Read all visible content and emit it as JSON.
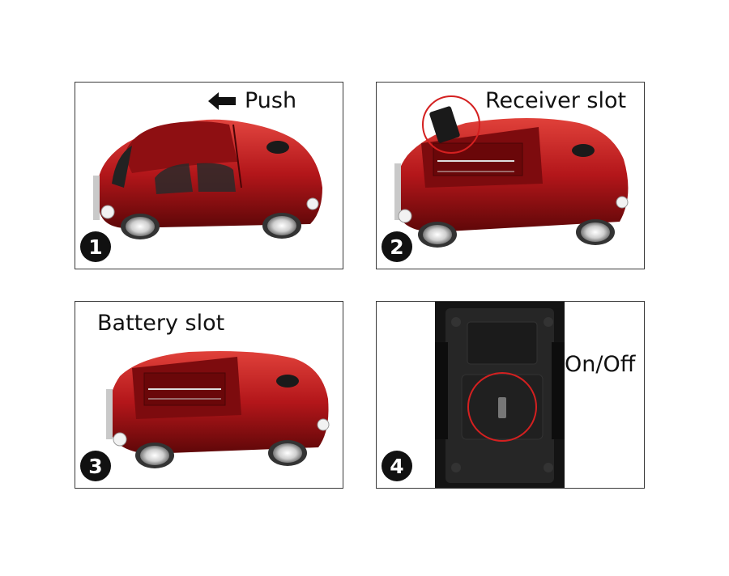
{
  "panels": [
    {
      "step": "1",
      "caption": "Push"
    },
    {
      "step": "2",
      "caption": "Receiver slot"
    },
    {
      "step": "3",
      "caption": "Battery slot"
    },
    {
      "step": "4",
      "caption": "On/Off"
    }
  ],
  "colors": {
    "car_red": "#b3161a",
    "car_dark_red": "#6e0a0c",
    "highlight_circle": "#d42020",
    "badge": "#111111",
    "border": "#3a3a3a"
  },
  "icons": {
    "push_arrow": "left-arrow-icon"
  }
}
